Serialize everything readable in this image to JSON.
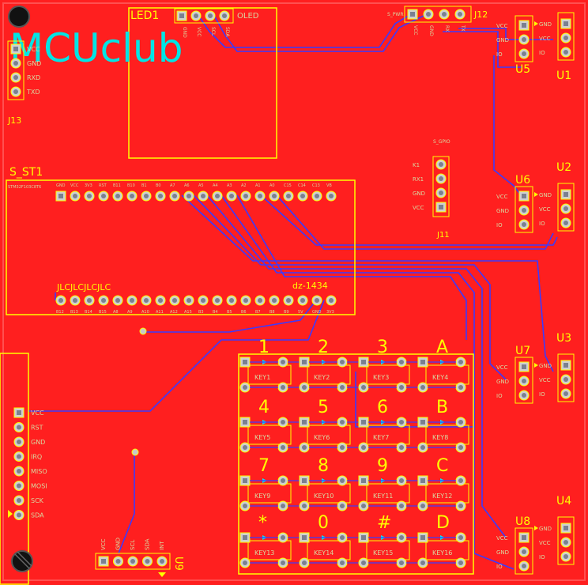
{
  "brand": "MCUclub",
  "colors": {
    "copper": "#ff1f1f",
    "trace": "#3a3aff",
    "silkscreen": "#ffff00",
    "outline": "#d4a020",
    "pad": "#c8c8c8"
  },
  "led1": {
    "ref": "LED1",
    "value": "OLED",
    "pins": [
      "GND",
      "VCC",
      "SCL",
      "SDA"
    ]
  },
  "j13": {
    "ref": "J13",
    "pins": [
      "VCC",
      "GND",
      "RXD",
      "TXD"
    ]
  },
  "j12": {
    "ref": "J12",
    "pins": [
      "VCC",
      "GND",
      "RX",
      "TX"
    ],
    "tag": "S_PWR"
  },
  "j11": {
    "ref": "J11",
    "tag": "S_GPIO",
    "pins": [
      "K1",
      "RX1",
      "GND",
      "VCC"
    ]
  },
  "sensors": [
    {
      "ref": "U1",
      "pins": [
        "GND",
        "VCC",
        "IO"
      ]
    },
    {
      "ref": "U2",
      "pins": [
        "GND",
        "VCC",
        "IO"
      ]
    },
    {
      "ref": "U3",
      "pins": [
        "GND",
        "VCC",
        "IO"
      ]
    },
    {
      "ref": "U4",
      "pins": [
        "GND",
        "VCC",
        "IO"
      ]
    }
  ],
  "relays": [
    {
      "ref": "U5",
      "pins": [
        "VCC",
        "GND",
        "IO"
      ]
    },
    {
      "ref": "U6",
      "pins": [
        "VCC",
        "GND",
        "IO"
      ]
    },
    {
      "ref": "U7",
      "pins": [
        "VCC",
        "GND",
        "IO"
      ]
    },
    {
      "ref": "U8",
      "pins": [
        "VCC",
        "GND",
        "IO"
      ]
    }
  ],
  "mcu": {
    "ref": "S_ST1",
    "pin_count": 20,
    "top_tag": "STM32F103C8T6",
    "top_pins": [
      "GND",
      "VCC",
      "3V3",
      "RST",
      "B11",
      "B10",
      "B1",
      "B0",
      "A7",
      "A6",
      "A5",
      "A4",
      "A3",
      "A2",
      "A1",
      "A0",
      "C15",
      "C14",
      "C13",
      "VB"
    ],
    "bottom_pins": [
      "B12",
      "B13",
      "B14",
      "B15",
      "A8",
      "A9",
      "A10",
      "A11",
      "A12",
      "A15",
      "B3",
      "B4",
      "B5",
      "B6",
      "B7",
      "B8",
      "B9",
      "5V",
      "GND",
      "3V3"
    ],
    "silk_a": "JLCJLCJLCJLC",
    "silk_b": "dz-1434"
  },
  "u9": {
    "ref": "U9",
    "pins": [
      "VCC",
      "GND",
      "SCL",
      "SDA",
      "INT"
    ]
  },
  "spi": {
    "pins": [
      "VCC",
      "RST",
      "GND",
      "IRQ",
      "MISO",
      "MOSI",
      "SCK",
      "SDA"
    ]
  },
  "keypad": {
    "labels": [
      "1",
      "2",
      "3",
      "A",
      "4",
      "5",
      "6",
      "B",
      "7",
      "8",
      "9",
      "C",
      "*",
      "0",
      "#",
      "D"
    ],
    "keys": [
      "KEY1",
      "KEY2",
      "KEY3",
      "KEY4",
      "KEY5",
      "KEY6",
      "KEY7",
      "KEY8",
      "KEY9",
      "KEY10",
      "KEY11",
      "KEY12",
      "KEY13",
      "KEY14",
      "KEY15",
      "KEY16"
    ]
  }
}
